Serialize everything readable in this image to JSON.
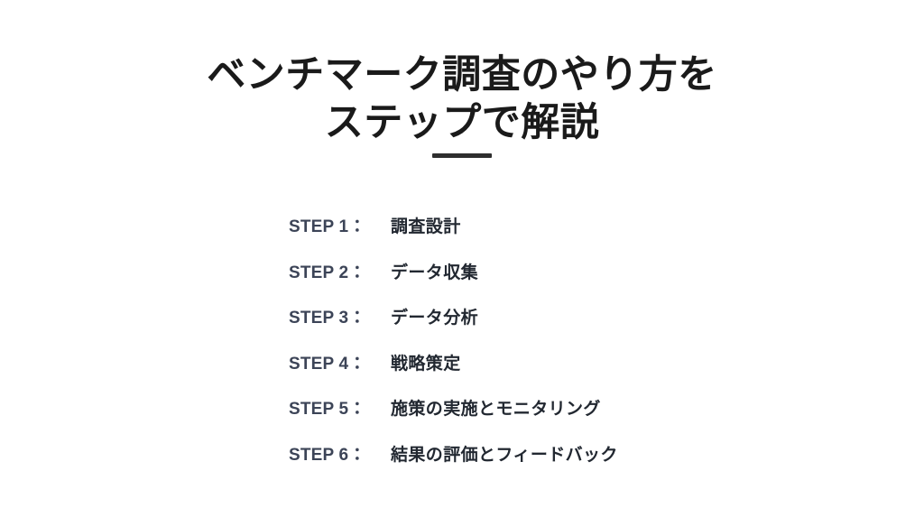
{
  "slide": {
    "background_color": "#ffffff",
    "title": {
      "lines": [
        "ベンチマーク調査のやり方を",
        "ステップで解説"
      ],
      "color": "#1a1a1a"
    },
    "divider": {
      "color": "#2e2e2e",
      "shape": "horizontal-rule"
    },
    "steps": {
      "label_color": "#3c4457",
      "value_color": "#222831",
      "items": [
        {
          "label": "STEP 1：",
          "value": "調査設計"
        },
        {
          "label": "STEP 2：",
          "value": "データ収集"
        },
        {
          "label": "STEP 3：",
          "value": "データ分析"
        },
        {
          "label": "STEP 4：",
          "value": "戦略策定"
        },
        {
          "label": "STEP 5：",
          "value": "施策の実施とモニタリング"
        },
        {
          "label": "STEP 6：",
          "value": "結果の評価とフィードバック"
        }
      ]
    }
  }
}
